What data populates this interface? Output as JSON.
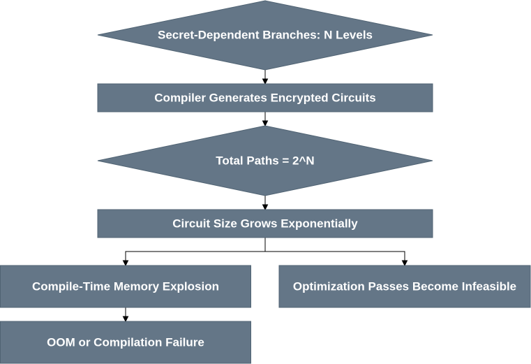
{
  "nodes": {
    "secret_branches": {
      "label": "Secret-Dependent Branches: N Levels"
    },
    "compiler_generates": {
      "label": "Compiler Generates Encrypted Circuits"
    },
    "total_paths": {
      "label": "Total Paths = 2^N"
    },
    "circuit_size": {
      "label": "Circuit Size Grows Exponentially"
    },
    "memory_explosion": {
      "label": "Compile-Time Memory Explosion"
    },
    "optimization_infeasible": {
      "label": "Optimization Passes Become Infeasible"
    },
    "oom_failure": {
      "label": "OOM or Compilation Failure"
    }
  },
  "colors": {
    "node_fill": "#647687",
    "node_stroke": "#506373",
    "node_text": "#ffffff",
    "edge": "#000000"
  }
}
